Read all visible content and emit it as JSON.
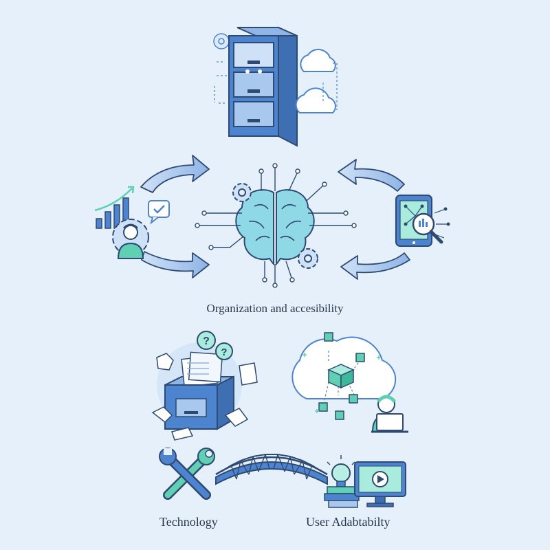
{
  "captions": {
    "main": "Organization and accesibility",
    "technology": "Technology",
    "user": "User Adabtabilty"
  },
  "colors": {
    "background": "#e6f0fb",
    "outline": "#2f4a72",
    "primary_blue": "#4d84cf",
    "light_blue": "#a9c8ee",
    "pale_blue": "#cfe1f7",
    "teal": "#5fd0b4",
    "text": "#27354d"
  },
  "icons": [
    "filing-cabinet-icon",
    "cloud-icon",
    "sync-arrow-icon",
    "brain-icon",
    "gear-icon",
    "growth-chart-icon",
    "person-icon",
    "checkmark-bubble-icon",
    "tablet-search-icon",
    "messy-archive-icon",
    "question-bubble-icon",
    "cloud-network-icon",
    "cube-icon",
    "laptop-user-icon",
    "wrench-icon",
    "bridge-icon",
    "lightbulb-icon",
    "books-icon",
    "video-monitor-icon"
  ]
}
